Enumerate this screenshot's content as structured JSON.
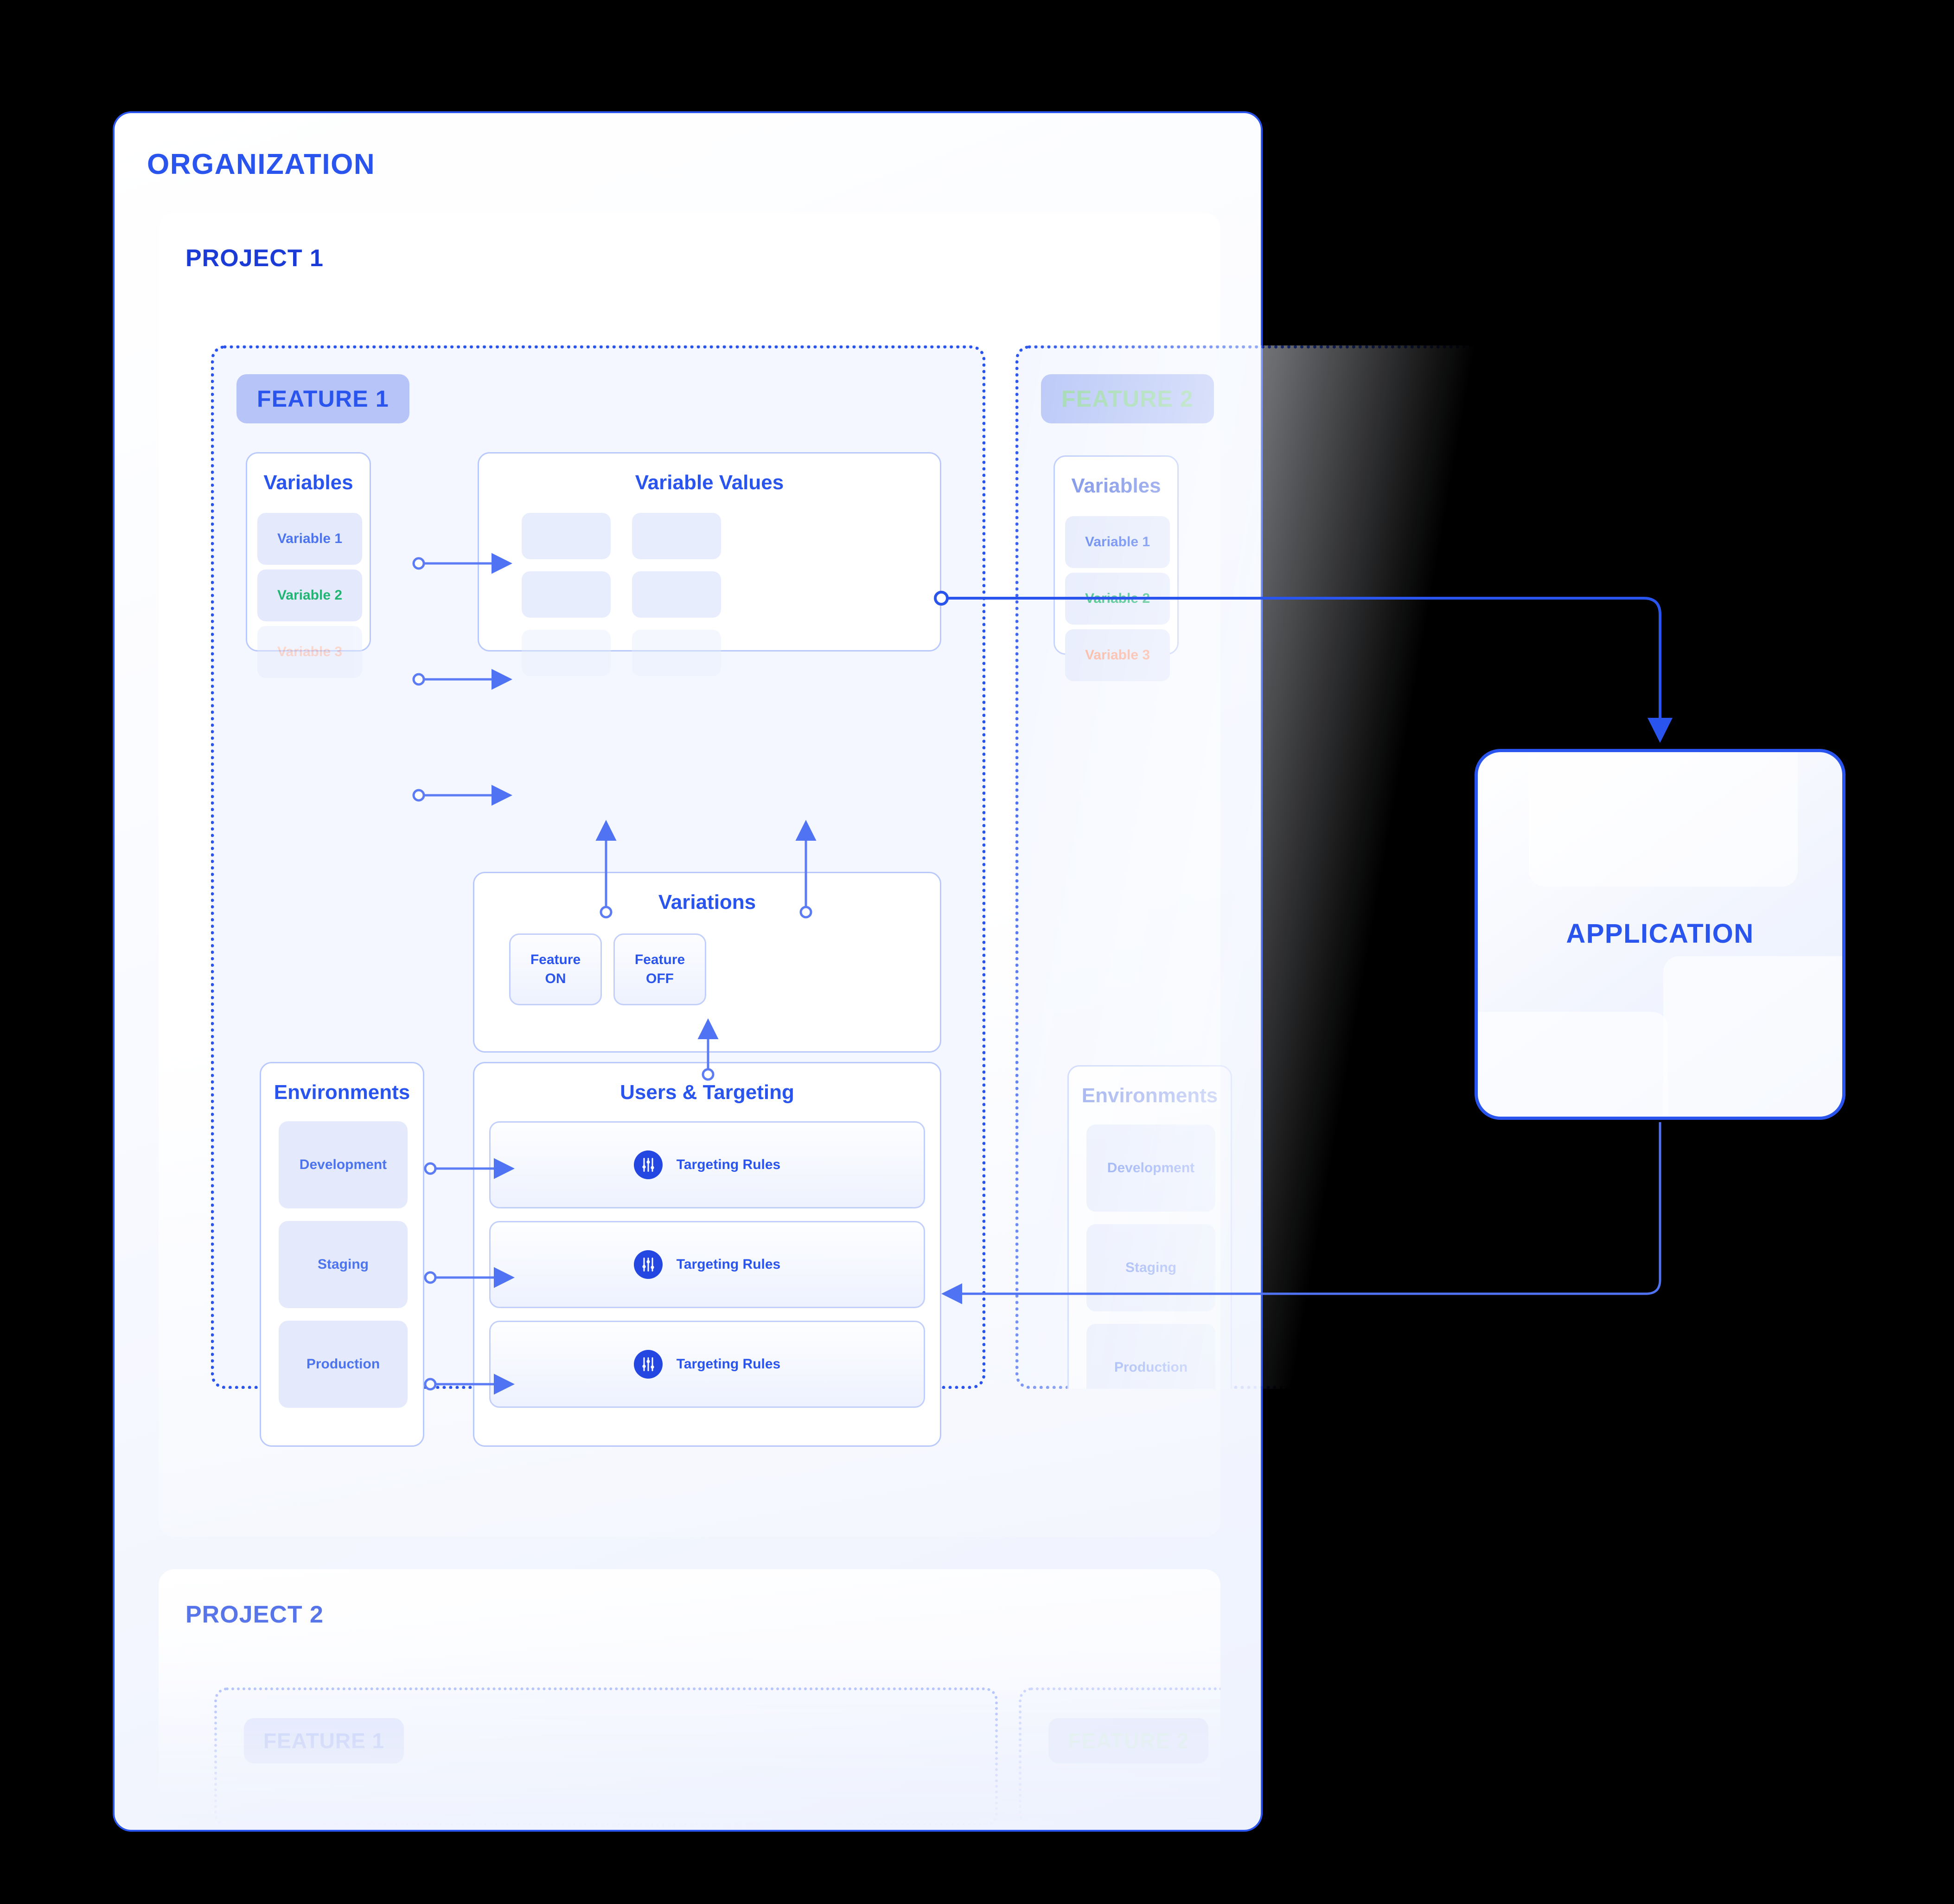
{
  "organization": {
    "title": "ORGANIZATION"
  },
  "projects": [
    {
      "title": "PROJECT 1"
    },
    {
      "title": "PROJECT 2"
    }
  ],
  "features": [
    {
      "badge": "FEATURE 1"
    },
    {
      "badge": "FEATURE 2"
    }
  ],
  "project2_features": [
    {
      "badge": "FEATURE 1"
    },
    {
      "badge": "FEATURE 2"
    }
  ],
  "variables_panel": {
    "title": "Variables",
    "items": [
      {
        "label": "Variable 1",
        "color": "#4d74ef"
      },
      {
        "label": "Variable 2",
        "color": "#21b573"
      },
      {
        "label": "Variable 3",
        "color": "#f9a990"
      }
    ]
  },
  "variable_values_panel": {
    "title": "Variable Values",
    "cells": [
      "",
      "",
      "",
      "",
      "",
      ""
    ]
  },
  "variations_panel": {
    "title": "Variations",
    "cards": [
      {
        "line1": "Feature",
        "line2": "ON"
      },
      {
        "line1": "Feature",
        "line2": "OFF"
      }
    ]
  },
  "environments_panel": {
    "title": "Environments",
    "items": [
      {
        "label": "Development"
      },
      {
        "label": "Staging"
      },
      {
        "label": "Production"
      }
    ]
  },
  "targeting_panel": {
    "title": "Users & Targeting",
    "rules": [
      {
        "label": "Targeting Rules",
        "icon": "sliders-icon"
      },
      {
        "label": "Targeting Rules",
        "icon": "sliders-icon"
      },
      {
        "label": "Targeting Rules",
        "icon": "sliders-icon"
      }
    ]
  },
  "application": {
    "title": "APPLICATION"
  },
  "colors": {
    "brand_blue": "#2A54EE",
    "wire_blue": "#5B7CF5",
    "green": "#21b573",
    "coral": "#f9a990",
    "chip_bg": "#e4eafc",
    "badge_bg": "#b6c4f8"
  }
}
